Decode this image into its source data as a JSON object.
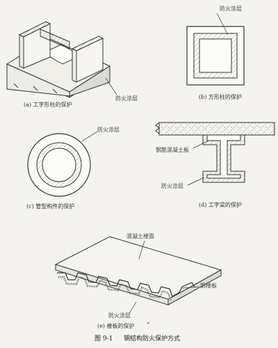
{
  "figure": {
    "number": "图 9-1",
    "title": "钢结构防火保护方式"
  },
  "panels": {
    "a": {
      "caption": "(a) 工字形柱的保护",
      "label": "防火涂层"
    },
    "b": {
      "caption": "(b) 方形柱的保护",
      "label": "防火涂层"
    },
    "c": {
      "caption": "(c) 管型构件的保护",
      "label": "防火涂层"
    },
    "d": {
      "caption": "(d) 工字梁的保护",
      "label_slab": "钢筋混凝土板",
      "label_coating": "防火涂层"
    },
    "e": {
      "caption": "(e) 楼板的保护",
      "label_concrete": "混凝土楼面",
      "label_deck": "钢楼板",
      "label_coating": "防火涂层"
    }
  },
  "stray_mark": "”"
}
